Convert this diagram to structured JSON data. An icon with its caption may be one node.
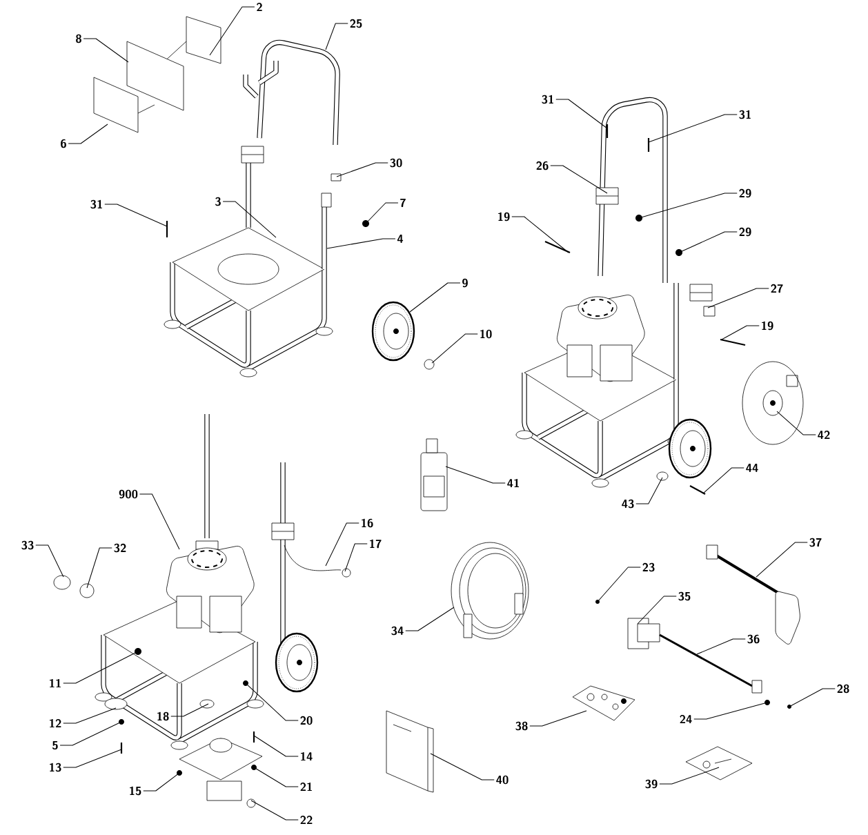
{
  "diagram": {
    "nodes": [
      {
        "text": [
          "2"
        ]
      },
      {
        "text": [
          "25"
        ]
      },
      {
        "text": [
          "8"
        ]
      },
      {
        "text": [
          "31"
        ]
      },
      {
        "text": [
          "31"
        ]
      },
      {
        "text": [
          "6"
        ]
      },
      {
        "text": [
          "30"
        ]
      },
      {
        "text": [
          "26"
        ]
      },
      {
        "text": [
          "29"
        ]
      },
      {
        "text": [
          "3"
        ]
      },
      {
        "text": [
          "31"
        ]
      },
      {
        "text": [
          "7"
        ]
      },
      {
        "text": [
          "19"
        ]
      },
      {
        "text": [
          "29"
        ]
      },
      {
        "text": [
          "4"
        ]
      },
      {
        "text": [
          "9"
        ]
      },
      {
        "text": [
          "27"
        ]
      },
      {
        "text": [
          "19"
        ]
      },
      {
        "text": [
          "10"
        ]
      },
      {
        "text": [
          "42"
        ]
      },
      {
        "text": [
          "44"
        ]
      },
      {
        "text": [
          "41"
        ]
      },
      {
        "text": [
          "900"
        ]
      },
      {
        "text": [
          "43"
        ]
      },
      {
        "text": [
          "16"
        ]
      },
      {
        "text": [
          "37"
        ]
      },
      {
        "text": [
          "17"
        ]
      },
      {
        "text": [
          "33"
        ]
      },
      {
        "text": [
          "32"
        ]
      },
      {
        "text": [
          "23"
        ]
      },
      {
        "text": [
          "35"
        ]
      },
      {
        "text": [
          "34"
        ]
      },
      {
        "text": [
          "36"
        ]
      },
      {
        "text": [
          "11"
        ]
      },
      {
        "text": [
          "28"
        ]
      },
      {
        "text": [
          "18"
        ]
      },
      {
        "text": [
          "24"
        ]
      },
      {
        "text": [
          "20"
        ]
      },
      {
        "text": [
          "12"
        ]
      },
      {
        "text": [
          "38"
        ]
      },
      {
        "text": [
          "5"
        ]
      },
      {
        "text": [
          "14"
        ]
      },
      {
        "text": [
          "13"
        ]
      },
      {
        "text": [
          "40"
        ]
      },
      {
        "text": [
          "39"
        ]
      },
      {
        "text": [
          "21"
        ]
      },
      {
        "text": [
          "15"
        ]
      },
      {
        "text": [
          "22"
        ]
      },
      {
        "text": [],
        "shape": "box"
      },
      {
        "text": [],
        "shape": "picture"
      },
      {
        "text": [],
        "shape": "box"
      },
      {
        "text": [],
        "shape": "picture"
      },
      {
        "text": [],
        "shape": "picture"
      },
      {
        "text": [],
        "shape": "box"
      },
      {
        "text": [],
        "shape": "box"
      },
      {
        "text": [],
        "shape": "picture"
      },
      {
        "text": [],
        "shape": "picture"
      },
      {
        "text": [],
        "shape": "picture"
      },
      {
        "text": [],
        "shape": "picture"
      },
      {
        "text": [],
        "shape": "picture"
      },
      {
        "text": [],
        "shape": "picture"
      },
      {
        "text": [],
        "shape": "picture"
      },
      {
        "text": [],
        "shape": "picture"
      },
      {
        "text": [],
        "shape": "picture"
      },
      {
        "text": [],
        "shape": "box"
      },
      {
        "text": [],
        "shape": "picture"
      },
      {
        "text": [],
        "shape": "circle"
      },
      {
        "text": [],
        "shape": "picture"
      },
      {
        "text": [],
        "shape": "picture"
      },
      {
        "text": [],
        "shape": "picture"
      },
      {
        "text": [],
        "shape": "picture"
      },
      {
        "text": [],
        "shape": "circle"
      },
      {
        "text": [],
        "shape": "picture"
      },
      {
        "text": [],
        "shape": "picture"
      },
      {
        "text": [],
        "shape": "circle"
      },
      {
        "text": [],
        "shape": "circle"
      },
      {
        "text": [],
        "shape": "circle"
      },
      {
        "text": [],
        "shape": "picture"
      },
      {
        "text": [],
        "shape": "box"
      },
      {
        "text": [],
        "shape": "picture"
      },
      {
        "text": [],
        "shape": "picture"
      },
      {
        "text": [],
        "shape": "picture"
      },
      {
        "text": [],
        "shape": "picture"
      },
      {
        "text": [],
        "shape": "circle"
      },
      {
        "text": [],
        "shape": "picture"
      },
      {
        "text": [],
        "shape": "picture"
      },
      {
        "text": [],
        "shape": "circle"
      },
      {
        "text": [],
        "shape": "picture"
      },
      {
        "text": [],
        "shape": "picture"
      },
      {
        "text": [],
        "shape": "picture"
      },
      {
        "text": [],
        "shape": "picture"
      },
      {
        "text": [],
        "shape": "picture"
      },
      {
        "text": [],
        "shape": "picture"
      },
      {
        "text": [],
        "shape": "picture"
      },
      {
        "text": [],
        "shape": "picture"
      },
      {
        "text": [],
        "shape": "circle"
      }
    ],
    "edges": [
      {
        "from": 0,
        "to": 48,
        "arrow": "none"
      },
      {
        "from": 1,
        "to": 49,
        "arrow": "none"
      },
      {
        "from": 2,
        "to": 50,
        "arrow": "none"
      },
      {
        "from": 3,
        "to": 51,
        "arrow": "none"
      },
      {
        "from": 4,
        "to": 52,
        "arrow": "none"
      },
      {
        "from": 5,
        "to": 53,
        "arrow": "none"
      },
      {
        "from": 6,
        "to": 54,
        "arrow": "none"
      },
      {
        "from": 7,
        "to": 55,
        "arrow": "none"
      },
      {
        "from": 8,
        "to": 56,
        "arrow": "none"
      },
      {
        "from": 9,
        "to": 57,
        "arrow": "none"
      },
      {
        "from": 10,
        "to": 58,
        "arrow": "none"
      },
      {
        "from": 11,
        "to": 59,
        "arrow": "none"
      },
      {
        "from": 12,
        "to": 60,
        "arrow": "none"
      },
      {
        "from": 13,
        "to": 61,
        "arrow": "none"
      },
      {
        "from": 14,
        "to": 62,
        "arrow": "none"
      },
      {
        "from": 15,
        "to": 63,
        "arrow": "none"
      },
      {
        "from": 16,
        "to": 64,
        "arrow": "none"
      },
      {
        "from": 17,
        "to": 65,
        "arrow": "none"
      },
      {
        "from": 18,
        "to": 66,
        "arrow": "none"
      },
      {
        "from": 19,
        "to": 67,
        "arrow": "none"
      },
      {
        "from": 20,
        "to": 68,
        "arrow": "none"
      },
      {
        "from": 21,
        "to": 69,
        "arrow": "none"
      },
      {
        "from": 22,
        "to": 70,
        "arrow": "none"
      },
      {
        "from": 23,
        "to": 71,
        "arrow": "none"
      },
      {
        "from": 24,
        "to": 72,
        "arrow": "none"
      },
      {
        "from": 25,
        "to": 73,
        "arrow": "none"
      },
      {
        "from": 26,
        "to": 74,
        "arrow": "none"
      },
      {
        "from": 27,
        "to": 75,
        "arrow": "none"
      },
      {
        "from": 28,
        "to": 76,
        "arrow": "none"
      },
      {
        "from": 29,
        "to": 77,
        "arrow": "none"
      },
      {
        "from": 30,
        "to": 78,
        "arrow": "none"
      },
      {
        "from": 31,
        "to": 79,
        "arrow": "none"
      },
      {
        "from": 32,
        "to": 80,
        "arrow": "none"
      },
      {
        "from": 33,
        "to": 81,
        "arrow": "none"
      },
      {
        "from": 34,
        "to": 82,
        "arrow": "none"
      },
      {
        "from": 35,
        "to": 83,
        "arrow": "none"
      },
      {
        "from": 36,
        "to": 84,
        "arrow": "none"
      },
      {
        "from": 37,
        "to": 85,
        "arrow": "none"
      },
      {
        "from": 38,
        "to": 86,
        "arrow": "none"
      },
      {
        "from": 39,
        "to": 87,
        "arrow": "none"
      },
      {
        "from": 40,
        "to": 88,
        "arrow": "none"
      },
      {
        "from": 41,
        "to": 89,
        "arrow": "none"
      },
      {
        "from": 42,
        "to": 90,
        "arrow": "none"
      },
      {
        "from": 43,
        "to": 91,
        "arrow": "none"
      },
      {
        "from": 44,
        "to": 92,
        "arrow": "none"
      },
      {
        "from": 45,
        "to": 93,
        "arrow": "none"
      },
      {
        "from": 46,
        "to": 94,
        "arrow": "none"
      },
      {
        "from": 47,
        "to": 95,
        "arrow": "none"
      }
    ]
  }
}
